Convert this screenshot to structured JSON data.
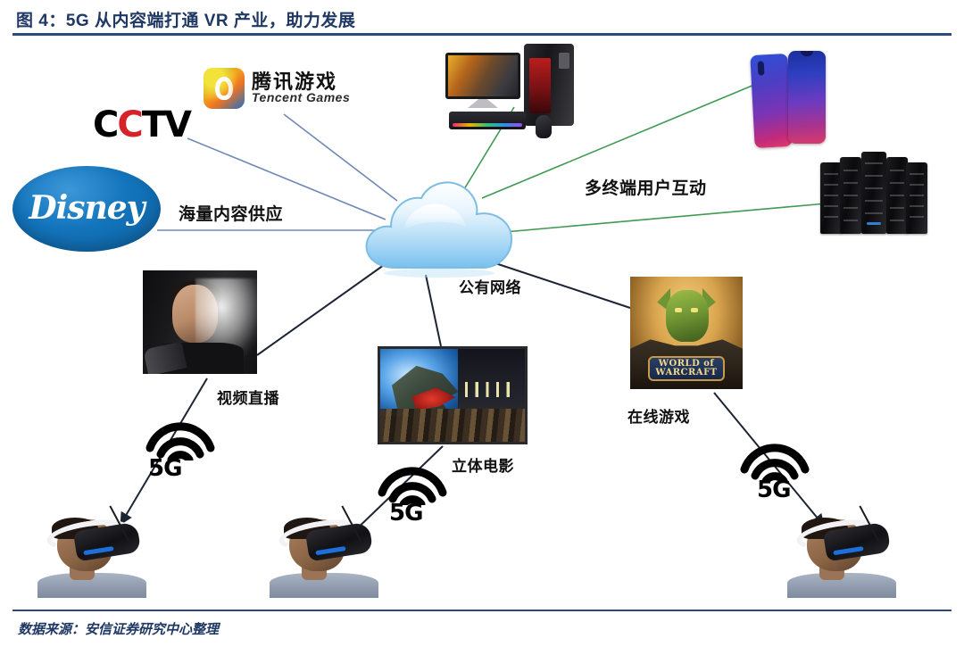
{
  "header": {
    "title": "图 4：5G 从内容端打通 VR 产业，助力发展"
  },
  "footer": {
    "source": "数据来源：安信证券研究中心整理"
  },
  "diagram": {
    "center": {
      "icon": "cloud-icon",
      "label": "公有网络"
    },
    "flow_labels": {
      "content_supply": "海量内容供应",
      "multi_device": "多终端用户互动"
    },
    "content_sources": [
      {
        "id": "cctv",
        "name": "CCTV",
        "logo_parts": [
          "C",
          "C",
          "TV"
        ]
      },
      {
        "id": "tencent-games",
        "name_cn": "腾讯游戏",
        "name_en": "Tencent Games"
      },
      {
        "id": "disney",
        "name": "Disney"
      }
    ],
    "devices": [
      {
        "id": "gaming-pc",
        "name": "gaming-pc"
      },
      {
        "id": "smartphone",
        "name": "smartphone"
      },
      {
        "id": "server-rack",
        "name": "server-rack"
      }
    ],
    "applications": [
      {
        "id": "live-video",
        "label": "视频直播"
      },
      {
        "id": "3d-cinema",
        "label": "立体电影"
      },
      {
        "id": "online-game",
        "label": "在线游戏"
      }
    ],
    "wow_plate": "WORLD of WARCRAFT",
    "wireless": [
      {
        "id": "wifi-1",
        "label": "5G"
      },
      {
        "id": "wifi-2",
        "label": "5G"
      },
      {
        "id": "wifi-3",
        "label": "5G"
      }
    ],
    "endpoints": [
      {
        "id": "vr-user-1",
        "name": "vr-headset-user"
      },
      {
        "id": "vr-user-2",
        "name": "vr-headset-user"
      },
      {
        "id": "vr-user-3",
        "name": "vr-headset-user"
      }
    ]
  },
  "colors": {
    "title_blue": "#1f3864",
    "rule_blue": "#2e4a7d",
    "content_line": "#6f88b5",
    "device_line": "#3f9a52",
    "app_line": "#1d2433",
    "cloud_blue": "#9fd2f2",
    "cctv_red": "#d6232b",
    "disney_blue": "#1374bb"
  }
}
